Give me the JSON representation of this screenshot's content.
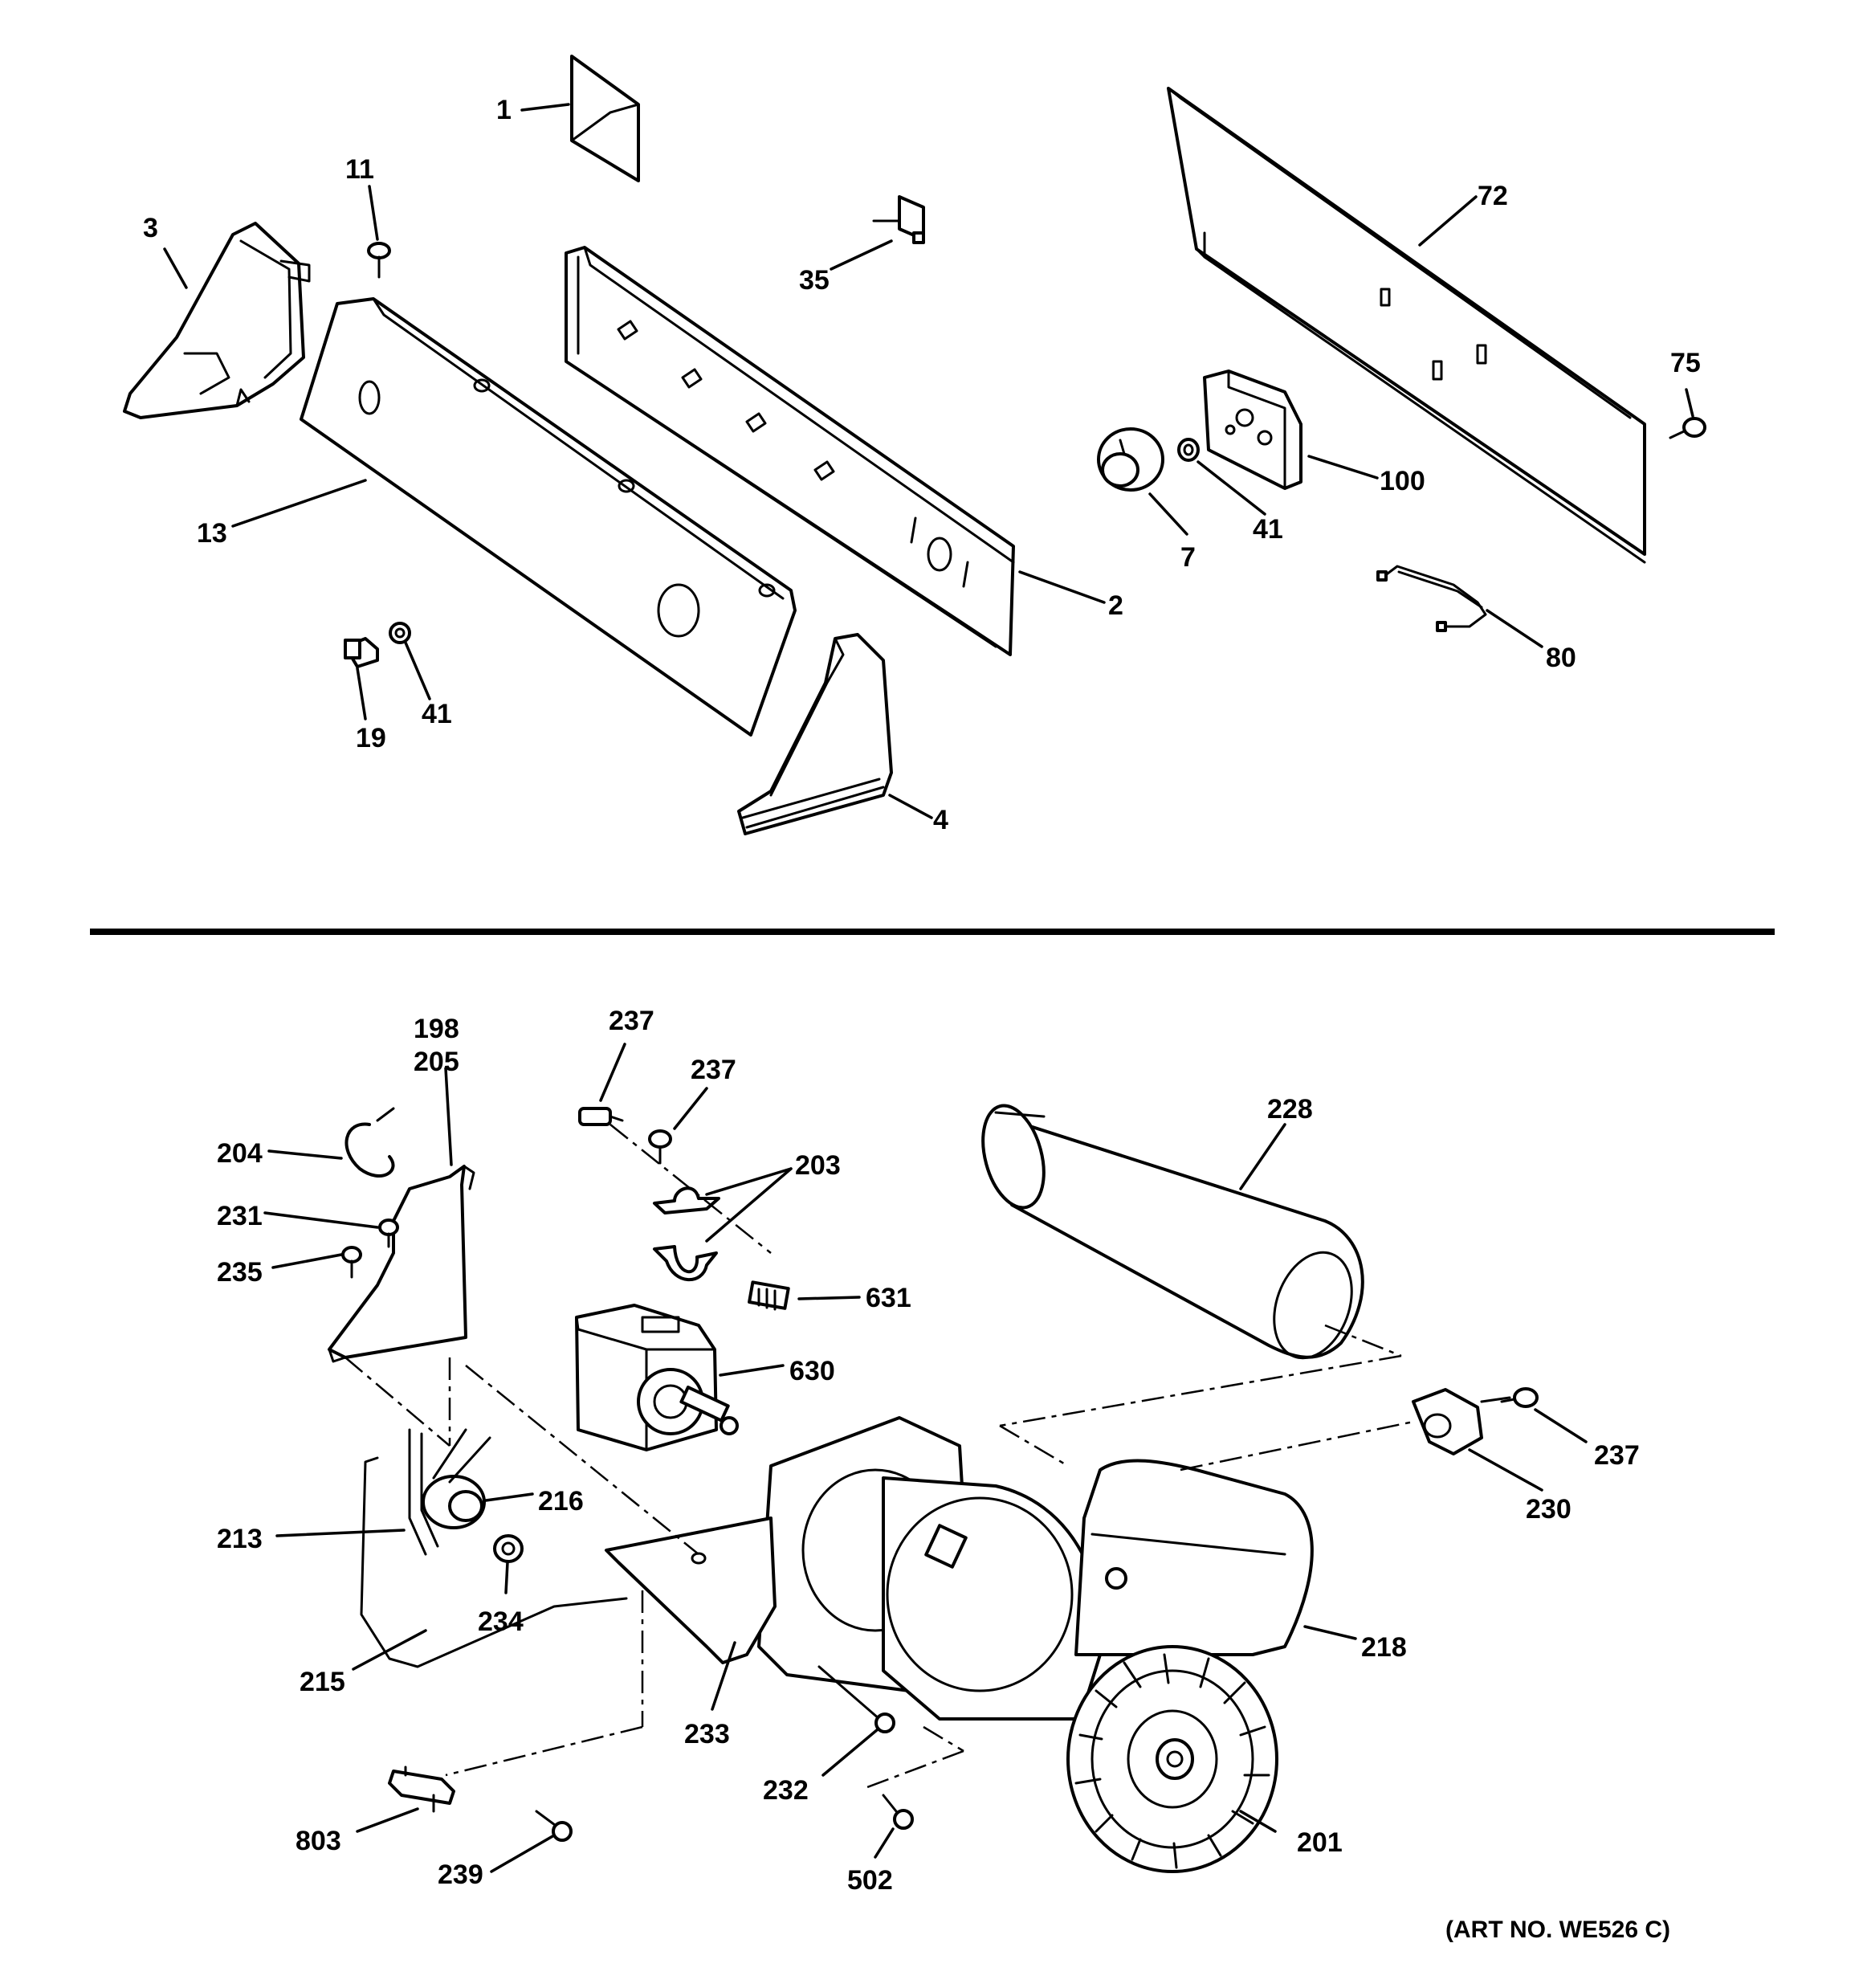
{
  "labels": {
    "p1": "1",
    "p11": "11",
    "p3": "3",
    "p35": "35",
    "p72": "72",
    "p75": "75",
    "p13": "13",
    "p2": "2",
    "p100": "100",
    "p41a": "41",
    "p7": "7",
    "p80": "80",
    "p19": "19",
    "p41b": "41",
    "p4": "4",
    "p198": "198",
    "p205": "205",
    "p237a": "237",
    "p237b": "237",
    "p203": "203",
    "p228": "228",
    "p204": "204",
    "p231": "231",
    "p235": "235",
    "p631": "631",
    "p630": "630",
    "p237c": "237",
    "p230": "230",
    "p216": "216",
    "p213": "213",
    "p234": "234",
    "p218": "218",
    "p215": "215",
    "p233": "233",
    "p232": "232",
    "p201": "201",
    "p803": "803",
    "p239": "239",
    "p502": "502"
  },
  "art_number": "(ART NO. WE526 C)"
}
